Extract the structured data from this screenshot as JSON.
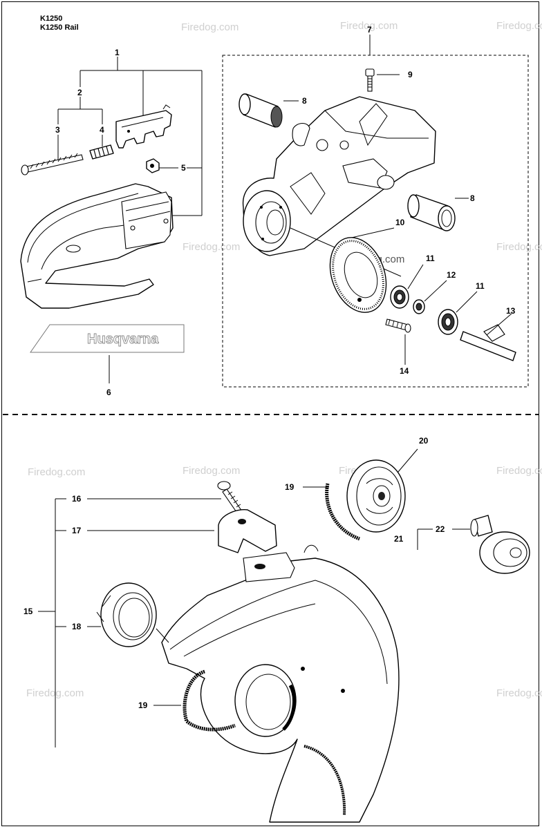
{
  "header": {
    "model_line_1": "K1250",
    "model_line_2": "K1250 Rail"
  },
  "watermark": "Firedog.com",
  "brand_label": "Husqvarna",
  "callouts": [
    "1",
    "2",
    "3",
    "4",
    "5",
    "6",
    "7",
    "8",
    "8",
    "9",
    "10",
    "11",
    "11",
    "12",
    "13",
    "14",
    "15",
    "16",
    "17",
    "18",
    "19",
    "19",
    "20",
    "21",
    "22"
  ],
  "colors": {
    "line": "#000000",
    "watermark": "#cfcfcf"
  }
}
